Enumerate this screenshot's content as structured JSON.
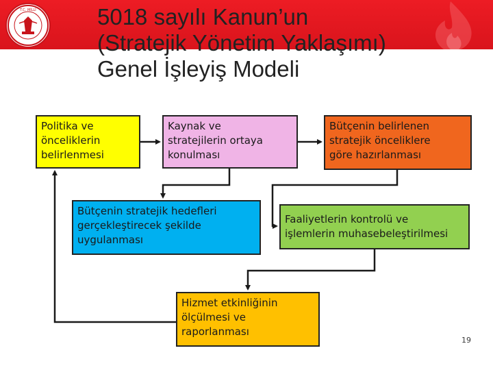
{
  "title": {
    "lines": [
      "5018 sayılı Kanun’un",
      "(Stratejik Yönetim Yaklaşımı)",
      "Genel İşleyiş Modeli"
    ]
  },
  "logo": {
    "text": "T.C. MİLLÎ EĞİTİM BAKANLIĞI"
  },
  "boxes": {
    "politika": {
      "lines": [
        "Politika ve",
        "önceliklerin",
        "belirlenmesi"
      ],
      "color": "#ffff00"
    },
    "kaynak": {
      "lines": [
        "Kaynak ve",
        "stratejilerin ortaya",
        "konulması"
      ],
      "color": "#f0b4e6"
    },
    "butcenin_belirlenen": {
      "lines": [
        "Bütçenin belirlenen",
        "stratejik önceliklere",
        "göre hazırlanması"
      ],
      "color": "#f0661e"
    },
    "butcenin_uygulanmasi": {
      "lines": [
        "Bütçenin stratejik hedefleri",
        "gerçekleştirecek şekilde",
        "uygulanması"
      ],
      "color": "#00b0f0"
    },
    "faaliyetler": {
      "lines": [
        "Faaliyetlerin kontrolü ve",
        "işlemlerin muhasebeleştirilmesi"
      ],
      "color": "#92d050"
    },
    "hizmet": {
      "lines": [
        "Hizmet etkinliğinin",
        "ölçülmesi ve",
        "raporlanması"
      ],
      "color": "#ffc000"
    }
  },
  "page_number": "19",
  "colors": {
    "header_red": "#ed1c24",
    "connector": "#1a1a1a"
  }
}
